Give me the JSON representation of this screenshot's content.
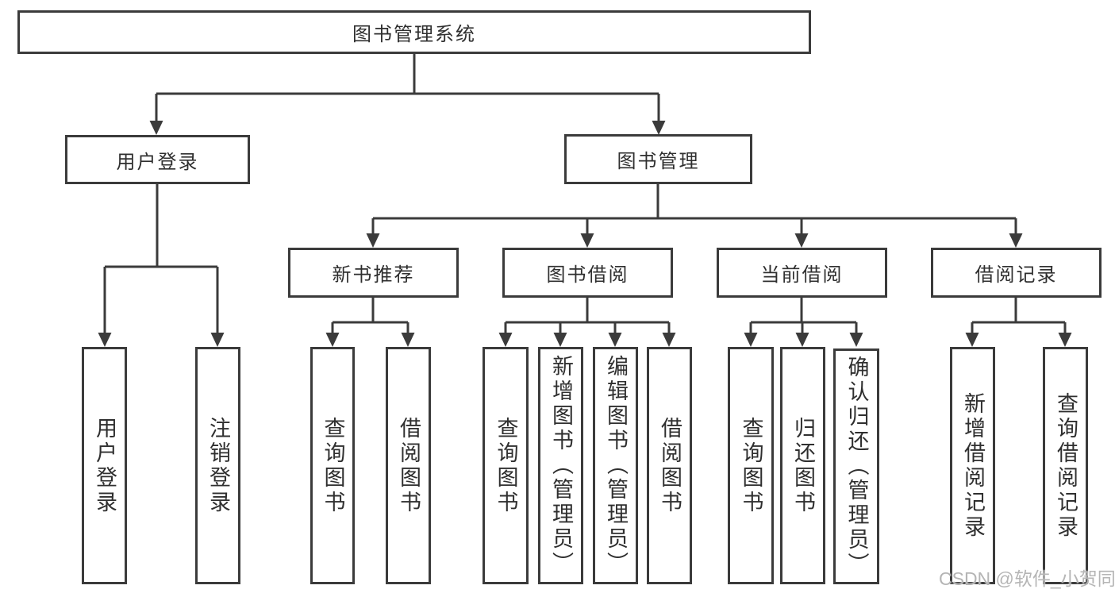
{
  "diagram": {
    "root_label": "图书管理系统",
    "branches": [
      {
        "label": "用户登录",
        "children": [
          "用户登录",
          "注销登录"
        ]
      },
      {
        "label": "图书管理",
        "children": [
          {
            "label": "新书推荐",
            "children": [
              "查询图书",
              "借阅图书"
            ]
          },
          {
            "label": "图书借阅",
            "children": [
              "查询图书",
              "新增图书（管理员）",
              "编辑图书（管理员）",
              "借阅图书"
            ]
          },
          {
            "label": "当前借阅",
            "children": [
              "查询图书",
              "归还图书",
              "确认归还（管理员）"
            ]
          },
          {
            "label": "借阅记录",
            "children": [
              "新增借阅记录",
              "查询借阅记录"
            ]
          }
        ]
      }
    ],
    "line_color": "#3b3b3b",
    "text_color": "#2f2f2f"
  },
  "watermark": {
    "text": "CSDN @软件_小贺同学",
    "color": "#b5b5b5"
  }
}
